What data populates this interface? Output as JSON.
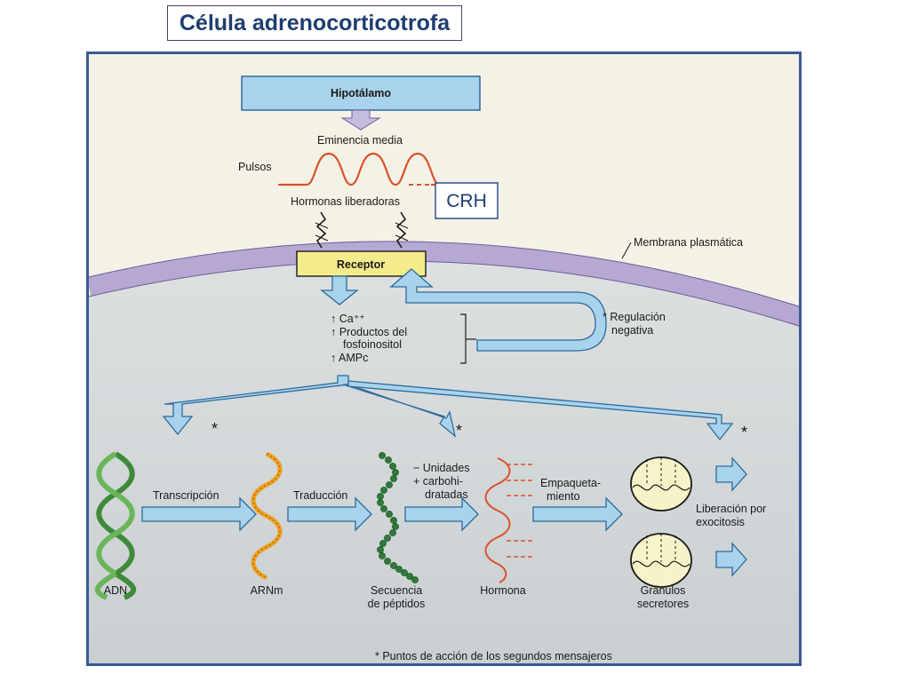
{
  "title": "Célula adrenocorticotrofa",
  "diagram": {
    "hipotalamo": "Hipotálamo",
    "eminencia": "Eminencia media",
    "pulsos": "Pulsos",
    "hormonas_liberadoras": "Hormonas liberadoras",
    "crh": "CRH",
    "membrana": "Membrana plasmática",
    "receptor": "Receptor",
    "second_messengers": [
      "↑ Ca⁺⁺",
      "↑ Productos del",
      "fosfoinositol",
      "↑ AMPc"
    ],
    "regulacion": [
      "* Regulación",
      "negativa"
    ],
    "star": "*",
    "transcripcion": "Transcripción",
    "traduccion": "Traducción",
    "unidades": [
      "− Unidades",
      "+ carbohi-",
      "dratadas"
    ],
    "empaquetamiento": [
      "Empaqueta-",
      "miento"
    ],
    "liberacion": [
      "Liberación por",
      "exocitosis"
    ],
    "adn": "ADN",
    "arnm": "ARNm",
    "secuencia": [
      "Secuencia",
      "de péptidos"
    ],
    "hormona": "Hormona",
    "granulos": [
      "Gránulos",
      "secretores"
    ],
    "footnote": "* Puntos de acción de los segundos mensajeros"
  },
  "colors": {
    "arrow_fill": "#a9d3ec",
    "arrow_stroke": "#2b6b9a",
    "membrane": "#b6a8d2",
    "cytoplasm": "#d3d8da",
    "receptor": "#f4ec8c",
    "wave": "#d9532a",
    "dna_green": "#3f8a3a",
    "rna_orange": "#f0a020",
    "frame": "#3a5a96"
  }
}
